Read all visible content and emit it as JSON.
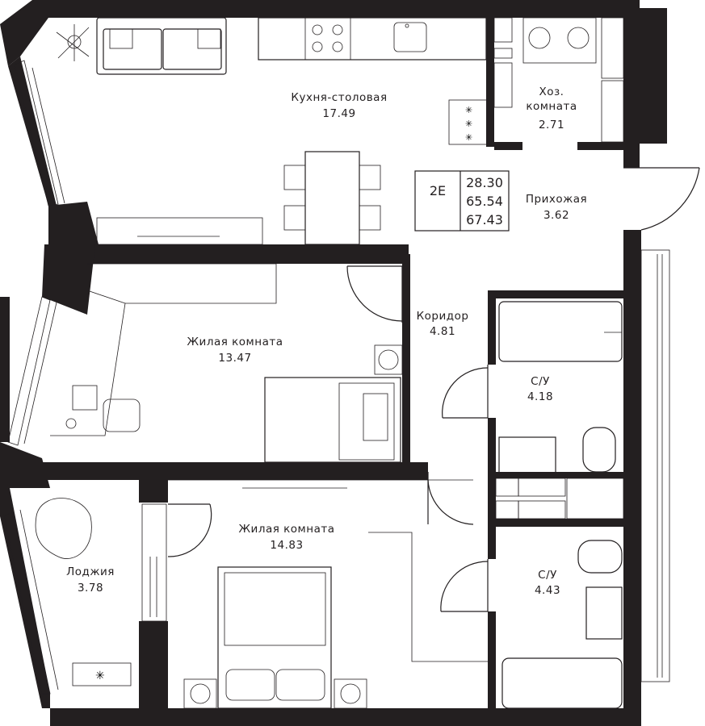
{
  "apartment": {
    "type_code": "2E",
    "areas": [
      "28.30",
      "65.54",
      "67.43"
    ]
  },
  "rooms": [
    {
      "id": "kitchen",
      "name": "Кухня-столовая",
      "area": "17.49"
    },
    {
      "id": "utility",
      "name_line1": "Хоз.",
      "name_line2": "комната",
      "area": "2.71"
    },
    {
      "id": "hallway",
      "name": "Прихожая",
      "area": "3.62"
    },
    {
      "id": "corridor",
      "name": "Коридор",
      "area": "4.81"
    },
    {
      "id": "living1",
      "name": "Жилая комната",
      "area": "13.47"
    },
    {
      "id": "bath1",
      "name": "С/У",
      "area": "4.18"
    },
    {
      "id": "living2",
      "name": "Жилая комната",
      "area": "14.83"
    },
    {
      "id": "bath2",
      "name": "С/У",
      "area": "4.43"
    },
    {
      "id": "loggia",
      "name": "Лоджия",
      "area": "3.78"
    }
  ],
  "colors": {
    "wall": "#231f20",
    "background": "#ffffff"
  }
}
